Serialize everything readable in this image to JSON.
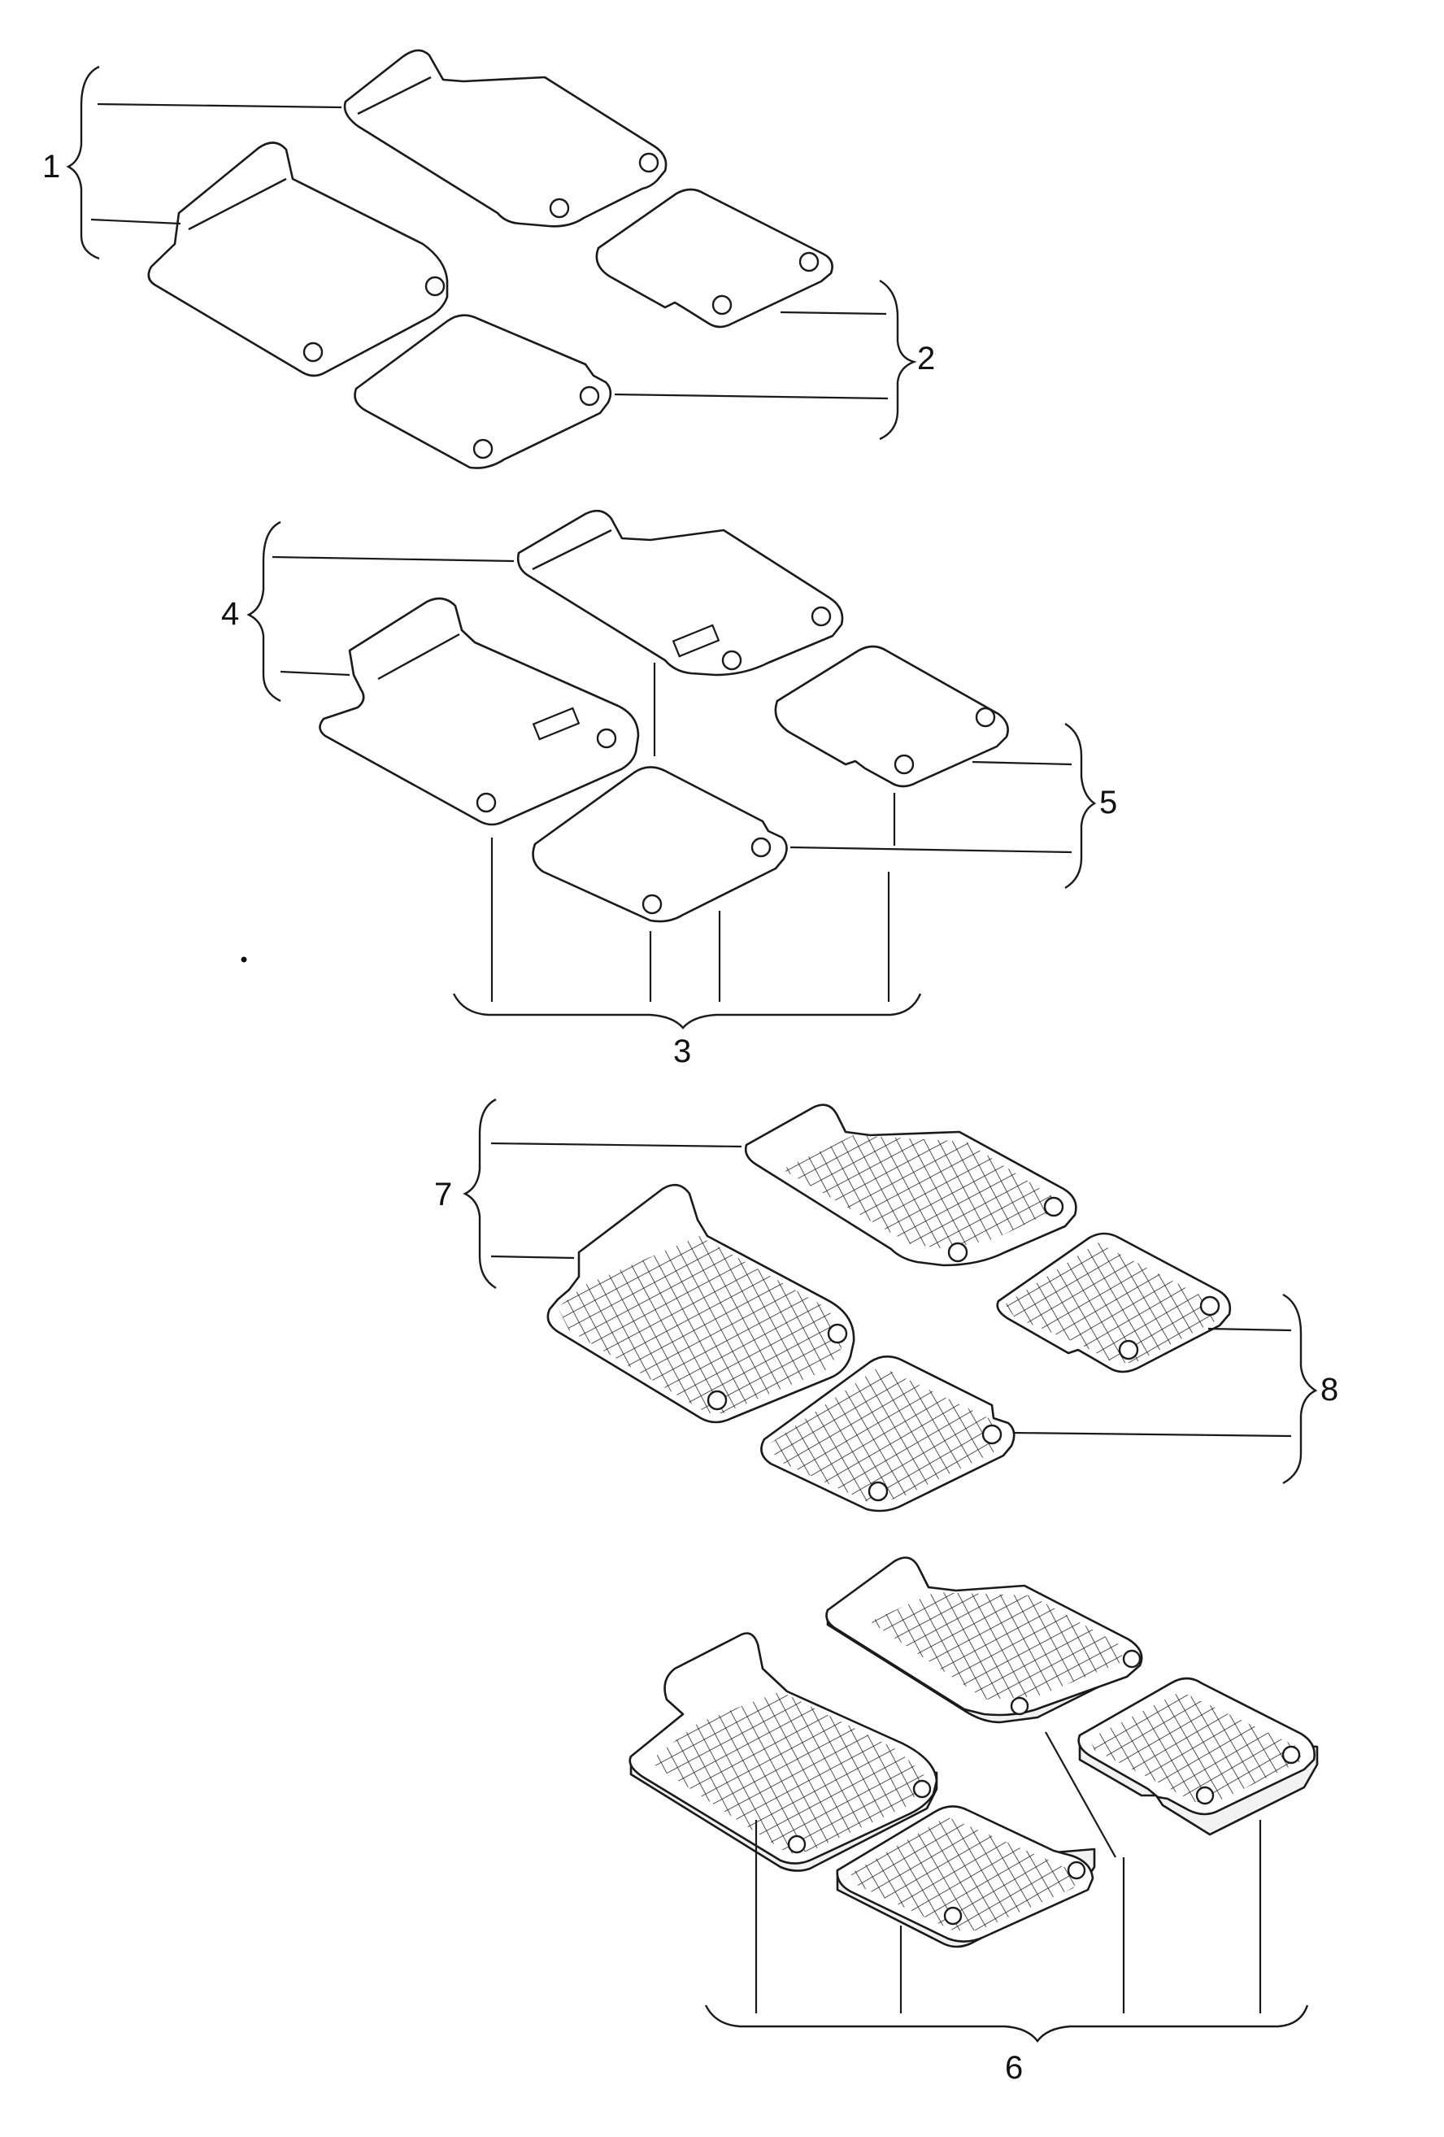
{
  "diagram": {
    "callouts": [
      "1",
      "2",
      "3",
      "4",
      "5",
      "6",
      "7",
      "8"
    ]
  },
  "groups": [
    {
      "id": "group-1",
      "label_index": 0
    },
    {
      "id": "group-2",
      "label_index": 1
    },
    {
      "id": "group-3",
      "label_index": 2
    },
    {
      "id": "group-4",
      "label_index": 3
    },
    {
      "id": "group-5",
      "label_index": 4
    },
    {
      "id": "group-6",
      "label_index": 5
    },
    {
      "id": "group-7",
      "label_index": 6
    },
    {
      "id": "group-8",
      "label_index": 7
    }
  ],
  "colors": {
    "line": "#1a1a1a",
    "background": "#ffffff"
  }
}
